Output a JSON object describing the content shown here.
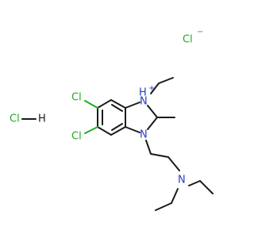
{
  "molecule": {
    "counter_ion": {
      "symbol": "Cl",
      "charge": "−"
    },
    "hcl": {
      "cl": "Cl",
      "h": "H"
    },
    "ring_nh": {
      "symbol": "N",
      "h": "H",
      "charge": "+"
    },
    "ring_n": "N",
    "amine_n": "N",
    "chloro_upper": "Cl",
    "chloro_lower": "Cl"
  },
  "colors": {
    "chlorine": "#22aa22",
    "nitrogen": "#2a3cc8",
    "bond": "#1a1a1a"
  }
}
